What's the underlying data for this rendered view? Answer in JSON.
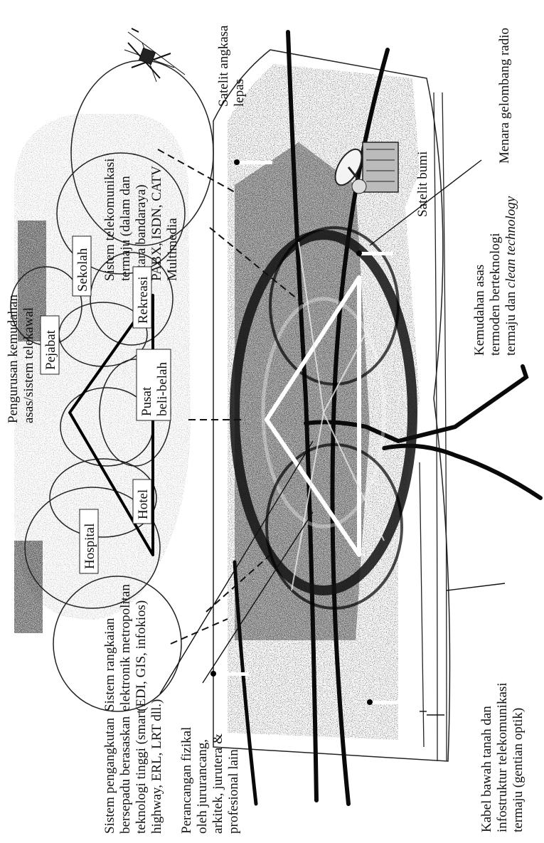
{
  "labels": {
    "pengurusan": [
      "Pengurusan kemudahan",
      "asas/sistem telekawal"
    ],
    "satelit_angkasa": [
      "Satelit angkasa",
      "lepas"
    ],
    "telekomunikasi": [
      "Sistem telekomunikasi",
      "termaju (dalam dan",
      "antara bandaraya)",
      "PABX, ISDN, CATV",
      "Multimedia"
    ],
    "menara": "Menara gelombang radio",
    "satelit_bumi": "Satelit bumi",
    "kemudahan_asas": [
      "Kemudahan asas",
      "termoden berteknologi",
      "termaju dan "
    ],
    "clean_technology": "clean technology",
    "rangkaian": [
      "Sistem rangkaian",
      "elektronik metropolitan",
      "(EDI, GIS, infokios)"
    ],
    "kabel": [
      "Kabel bawah tanah dan",
      "infostruktur telekomunikasi",
      "termaju (gentian optik)"
    ],
    "pengangkutan": [
      "Sistem pengangkutan",
      "bersepadu berasaskan",
      "teknologi tinggi (smart",
      "highway, ERL, LRT dll.)"
    ],
    "perancangan": [
      "Perancangan fizikal",
      "oleh jururancang,",
      "arkitek, jurutera &",
      "profesional lain"
    ],
    "hospital": "Hospital",
    "pejabat": "Pejabat",
    "sekolah": "Sekolah",
    "hotel": "Hotel",
    "pusat": [
      "Pusat",
      "beli-belah"
    ],
    "rekreasi": "Rekreasi"
  }
}
